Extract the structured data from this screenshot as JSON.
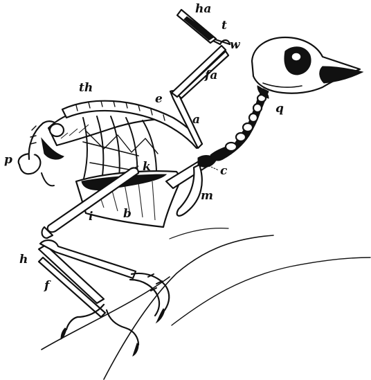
{
  "figure": {
    "labels": {
      "ha": "ha",
      "t": "t",
      "w": "w",
      "fa": "fa",
      "e": "e",
      "th": "th",
      "a": "a",
      "q": "q",
      "k": "k",
      "c": "c",
      "p": "p",
      "m": "m",
      "b": "b",
      "i": "i",
      "h": "h",
      "f": "f"
    }
  }
}
